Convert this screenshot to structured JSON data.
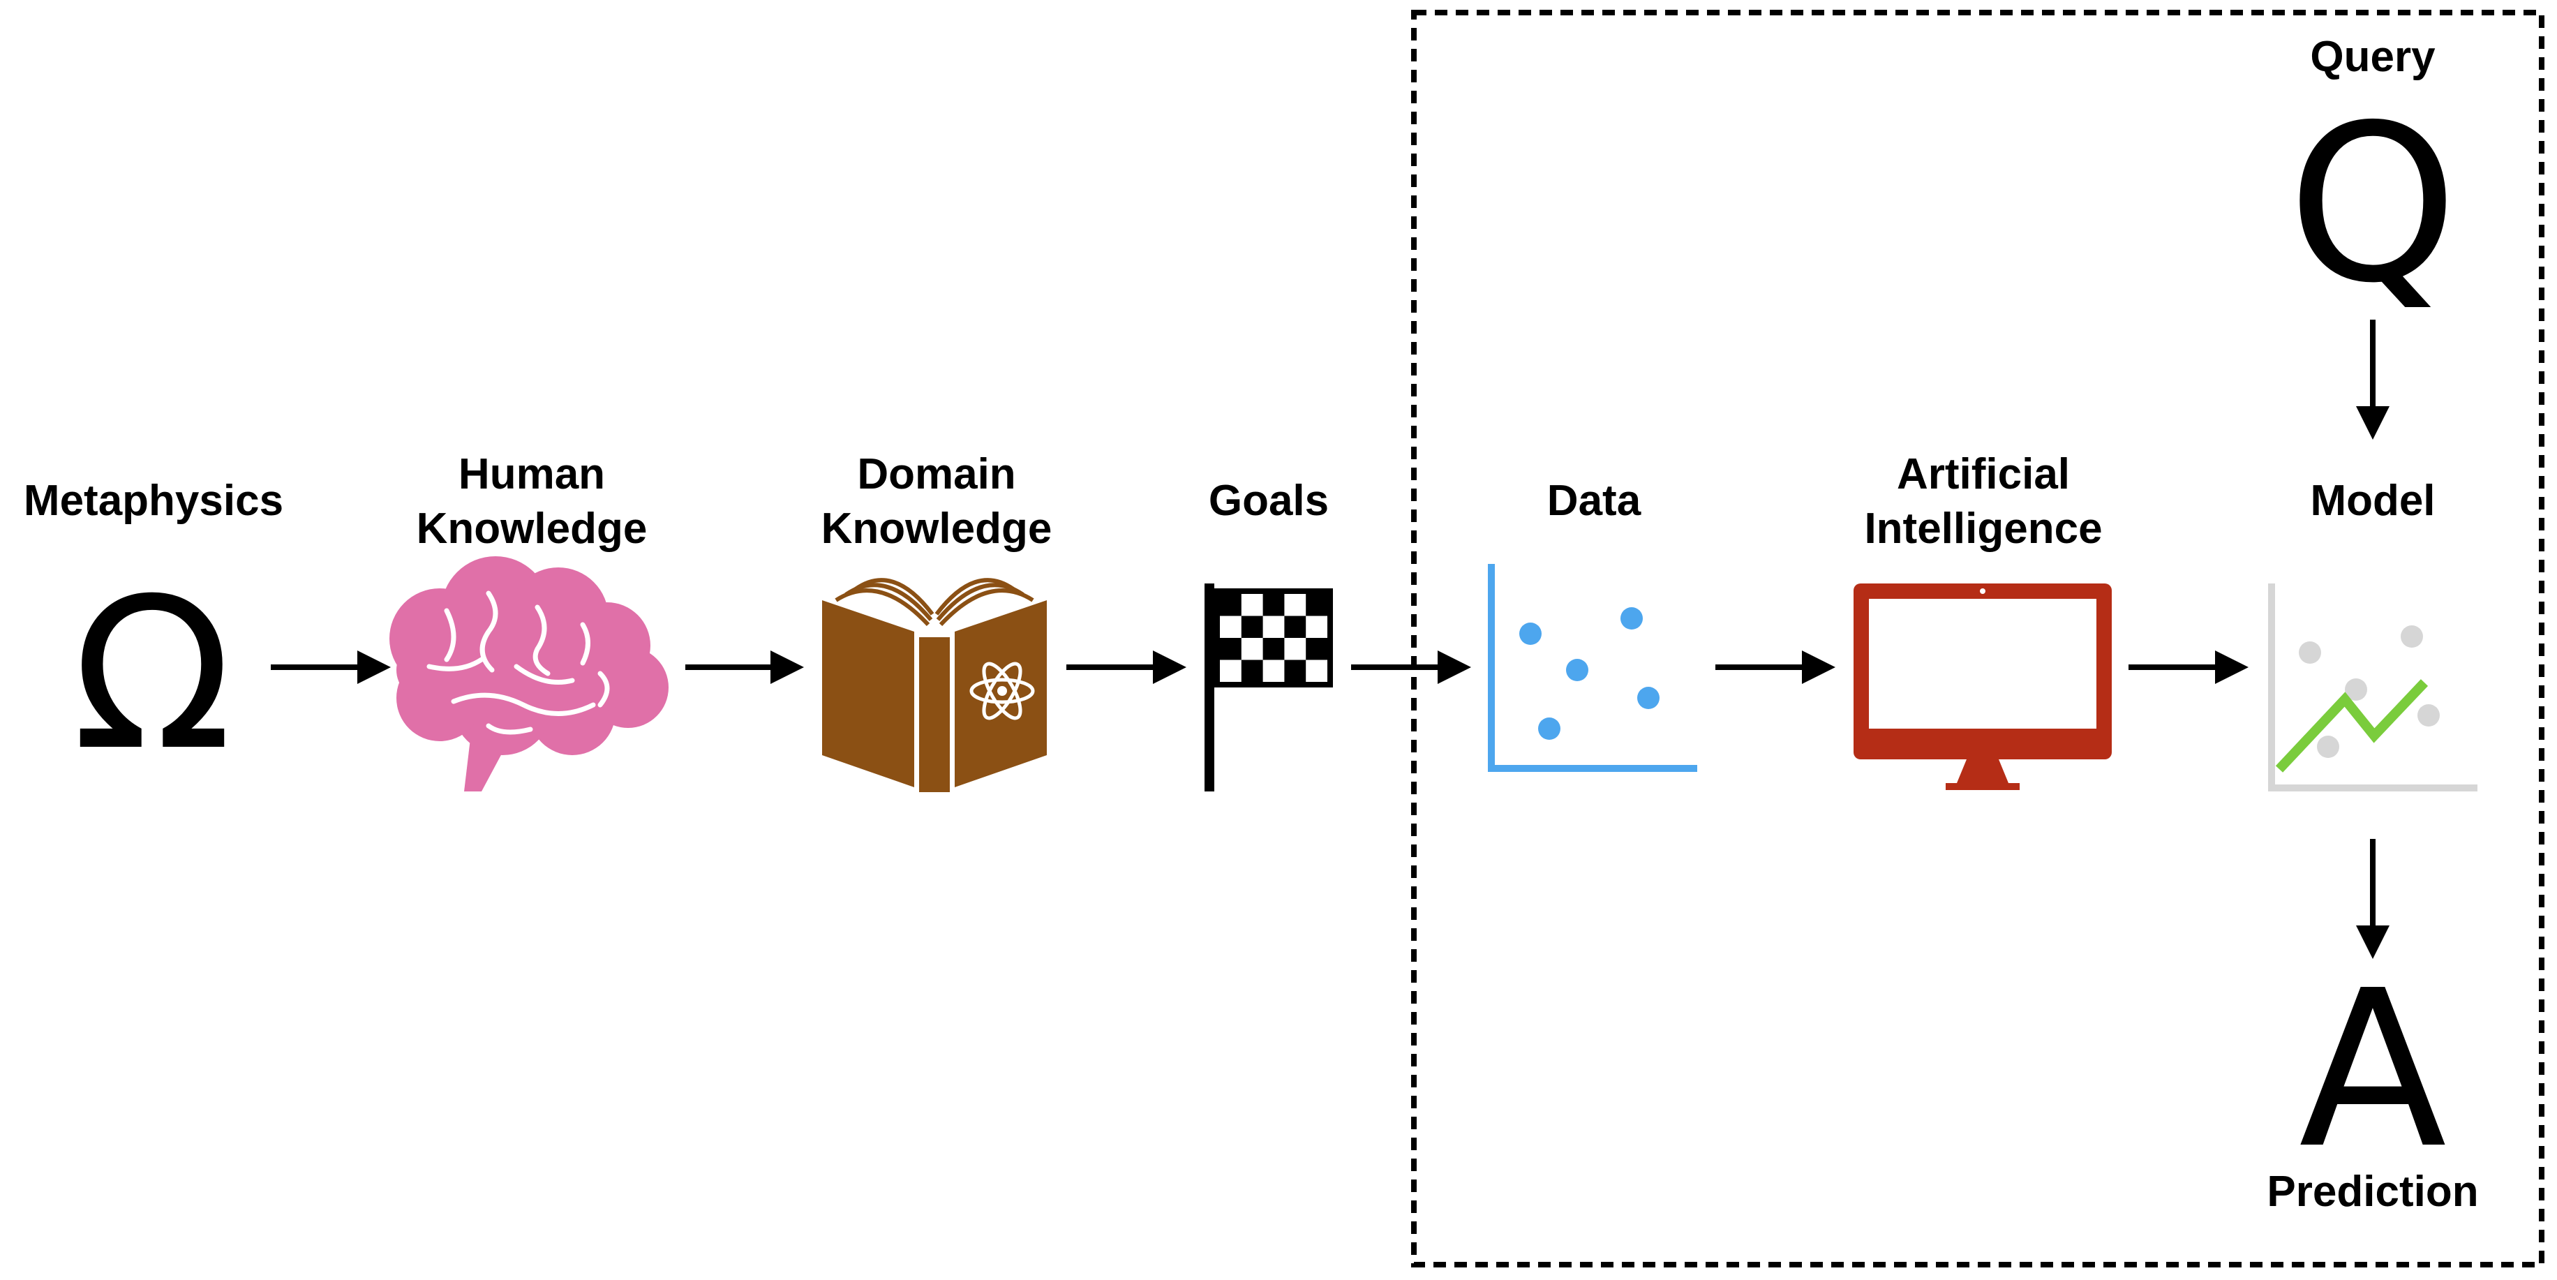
{
  "nodes": {
    "metaphysics": {
      "label": "Metaphysics",
      "symbol": "Ω"
    },
    "human_knowledge": {
      "label_line1": "Human",
      "label_line2": "Knowledge"
    },
    "domain_knowledge": {
      "label_line1": "Domain",
      "label_line2": "Knowledge"
    },
    "goals": {
      "label": "Goals"
    },
    "data": {
      "label": "Data"
    },
    "artificial_intelligence": {
      "label_line1": "Artificial",
      "label_line2": "Intelligence"
    },
    "model": {
      "label": "Model"
    },
    "query": {
      "label": "Query",
      "symbol": "Q"
    },
    "prediction": {
      "label": "Prediction",
      "symbol": "A"
    }
  },
  "icons": {
    "metaphysics": "omega-symbol",
    "human_knowledge": "brain-icon",
    "domain_knowledge": "science-book-icon",
    "goals": "checkered-flag-icon",
    "data": "scatter-plot-icon",
    "artificial_intelligence": "computer-monitor-icon",
    "model": "fitted-model-chart-icon"
  },
  "colors": {
    "brain": "#E070A8",
    "book": "#8B5014",
    "data_points": "#4DA6EE",
    "monitor": "#B52D16",
    "model_line": "#7ACC3C",
    "model_points": "#D6D6D6",
    "outline": "#000000"
  }
}
